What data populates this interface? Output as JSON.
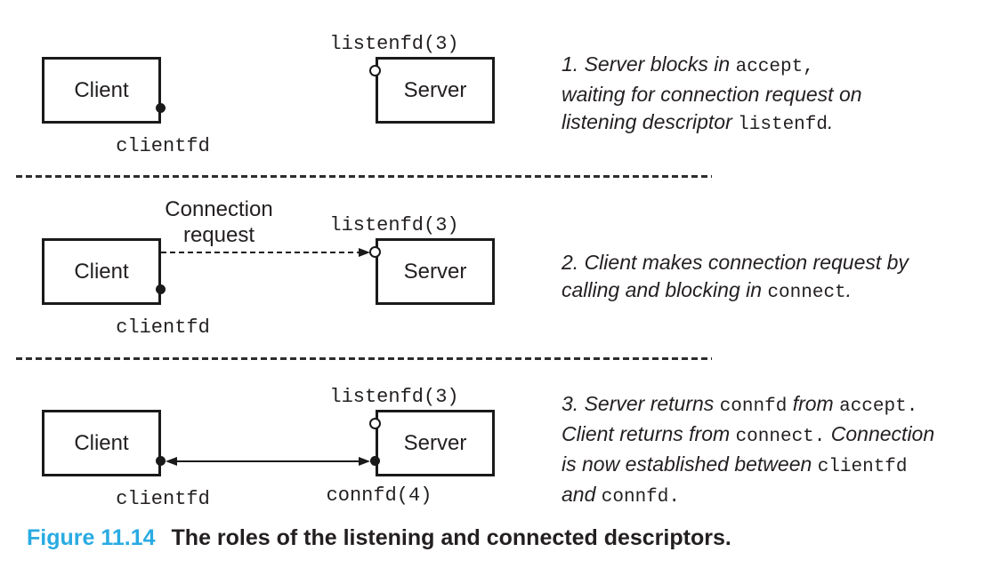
{
  "colors": {
    "accent_blue": "#29abe2",
    "ink": "#231f20",
    "stroke": "#1a1a1a"
  },
  "panels": [
    {
      "client": "Client",
      "server": "Server",
      "clientfd": "clientfd",
      "listenfd": "listenfd(3)"
    },
    {
      "client": "Client",
      "server": "Server",
      "clientfd": "clientfd",
      "listenfd": "listenfd(3)",
      "request_line1": "Connection",
      "request_line2": "request"
    },
    {
      "client": "Client",
      "server": "Server",
      "clientfd": "clientfd",
      "listenfd": "listenfd(3)",
      "connfd": "connfd(4)"
    }
  ],
  "notes": [
    {
      "lines": [
        {
          "segs": [
            {
              "style": "i",
              "t": "1. Server blocks in "
            },
            {
              "style": "c",
              "t": "accept,"
            }
          ]
        },
        {
          "segs": [
            {
              "style": "i",
              "t": "waiting for connection request on"
            }
          ]
        },
        {
          "segs": [
            {
              "style": "i",
              "t": "listening descriptor "
            },
            {
              "style": "c",
              "t": "listenfd"
            },
            {
              "style": "i",
              "t": "."
            }
          ]
        }
      ]
    },
    {
      "lines": [
        {
          "segs": [
            {
              "style": "i",
              "t": "2. Client makes connection request by"
            }
          ]
        },
        {
          "segs": [
            {
              "style": "i",
              "t": "calling and blocking in "
            },
            {
              "style": "c",
              "t": "connect"
            },
            {
              "style": "i",
              "t": "."
            }
          ]
        }
      ]
    },
    {
      "lines": [
        {
          "segs": [
            {
              "style": "i",
              "t": "3. Server returns "
            },
            {
              "style": "c",
              "t": "connfd"
            },
            {
              "style": "i",
              "t": " from "
            },
            {
              "style": "c",
              "t": "accept."
            }
          ]
        },
        {
          "segs": [
            {
              "style": "i",
              "t": "Client returns from "
            },
            {
              "style": "c",
              "t": "connect."
            },
            {
              "style": "i",
              "t": " Connection"
            }
          ]
        },
        {
          "segs": [
            {
              "style": "i",
              "t": "is now established between "
            },
            {
              "style": "c",
              "t": "clientfd"
            }
          ]
        },
        {
          "segs": [
            {
              "style": "i",
              "t": "and "
            },
            {
              "style": "c",
              "t": "connfd."
            }
          ]
        }
      ]
    }
  ],
  "caption": {
    "label": "Figure 11.14",
    "title": "The roles of the listening and connected descriptors."
  }
}
